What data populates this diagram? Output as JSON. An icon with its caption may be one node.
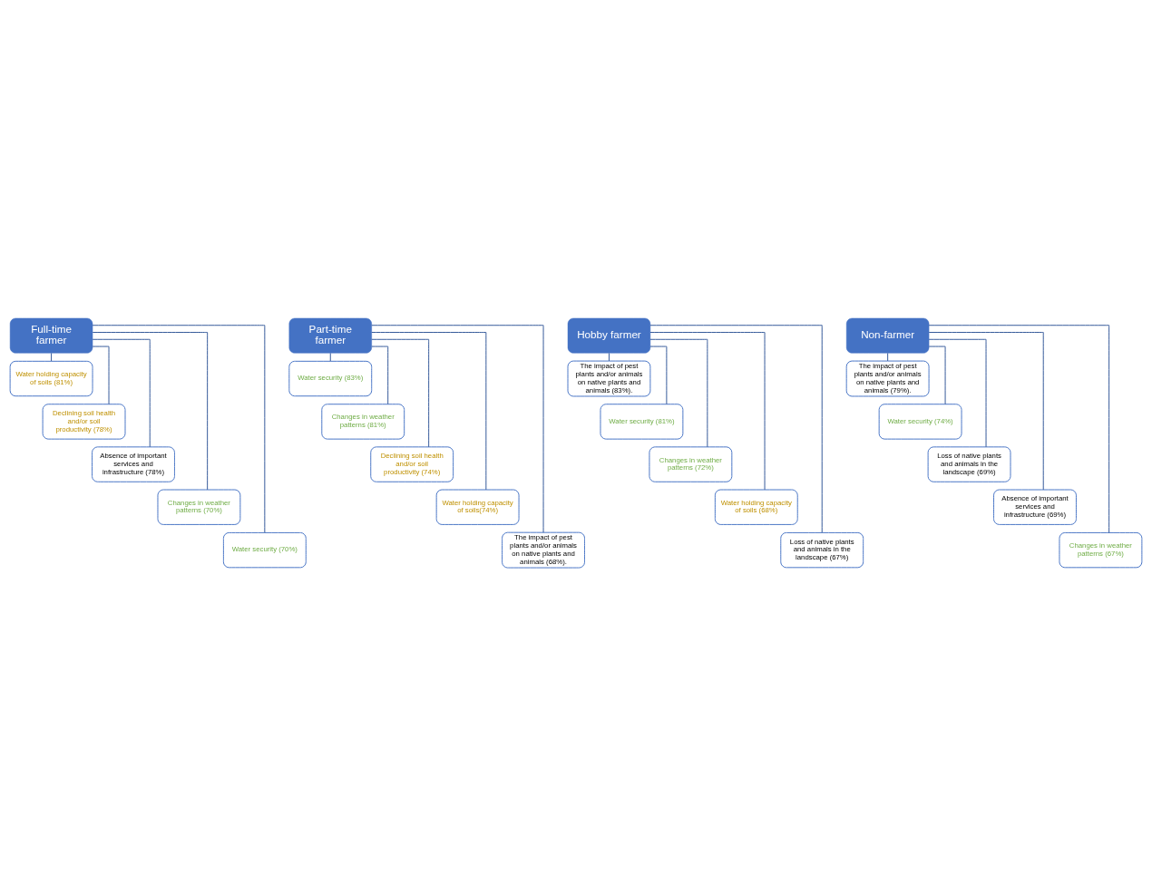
{
  "diagram": {
    "nodes": [
      {
        "text": [
          "Full-time farmer"
        ]
      },
      {
        "text": [
          "Water holding capacity of soils (81%)"
        ]
      },
      {
        "text": [
          "Declining soil health and/or soil productivity (78%)"
        ]
      },
      {
        "text": [
          "Absence of important services and infrastructure (78%)"
        ]
      },
      {
        "text": [
          "Changes in weather patterns (70%)"
        ]
      },
      {
        "text": [
          "Water security (70%)"
        ]
      },
      {
        "text": [
          "Part-time farmer"
        ]
      },
      {
        "text": [
          "Water security (83%)"
        ]
      },
      {
        "text": [
          "Changes in weather patterns (81%)"
        ]
      },
      {
        "text": [
          "Declining soil health and/or soil productivity (74%)"
        ]
      },
      {
        "text": [
          "Water holding capacity of soils(74%)"
        ]
      },
      {
        "text": [
          "The impact of pest plants and/or animals on native plants and animals (68%)."
        ]
      },
      {
        "text": [
          "Hobby farmer"
        ]
      },
      {
        "text": [
          "The impact of pest plants and/or animals on native plants and animals (83%)."
        ]
      },
      {
        "text": [
          "Water security (81%)"
        ]
      },
      {
        "text": [
          "Changes in weather patterns (72%)"
        ]
      },
      {
        "text": [
          "Water holding capacity of soils (68%)"
        ]
      },
      {
        "text": [
          "Loss of native plants and animals in the landscape (67%)"
        ]
      },
      {
        "text": [
          "Non-farmer"
        ]
      },
      {
        "text": [
          "The impact of pest plants and/or animals on native plants and animals (79%)."
        ]
      },
      {
        "text": [
          "Water security (74%)"
        ]
      },
      {
        "text": [
          "Loss of native plants and animals in the landscape (69%)"
        ]
      },
      {
        "text": [
          "Absence of important services and infrastructure (69%)"
        ]
      },
      {
        "text": [
          "Changes in weather patterns (67%)"
        ]
      }
    ],
    "edges": [
      {
        "from": 0,
        "to": 1,
        "arrow": "none"
      },
      {
        "from": 0,
        "to": 2,
        "arrow": "none"
      },
      {
        "from": 0,
        "to": 3,
        "arrow": "none"
      },
      {
        "from": 0,
        "to": 4,
        "arrow": "none"
      },
      {
        "from": 0,
        "to": 5,
        "arrow": "none"
      },
      {
        "from": 6,
        "to": 7,
        "arrow": "none"
      },
      {
        "from": 6,
        "to": 8,
        "arrow": "none"
      },
      {
        "from": 6,
        "to": 9,
        "arrow": "none"
      },
      {
        "from": 6,
        "to": 10,
        "arrow": "none"
      },
      {
        "from": 6,
        "to": 11,
        "arrow": "none"
      },
      {
        "from": 12,
        "to": 13,
        "arrow": "none"
      },
      {
        "from": 12,
        "to": 14,
        "arrow": "none"
      },
      {
        "from": 12,
        "to": 15,
        "arrow": "none"
      },
      {
        "from": 12,
        "to": 16,
        "arrow": "none"
      },
      {
        "from": 12,
        "to": 17,
        "arrow": "none"
      },
      {
        "from": 18,
        "to": 19,
        "arrow": "none"
      },
      {
        "from": 18,
        "to": 20,
        "arrow": "none"
      },
      {
        "from": 18,
        "to": 21,
        "arrow": "none"
      },
      {
        "from": 18,
        "to": 22,
        "arrow": "none"
      },
      {
        "from": 18,
        "to": 23,
        "arrow": "none"
      }
    ]
  }
}
